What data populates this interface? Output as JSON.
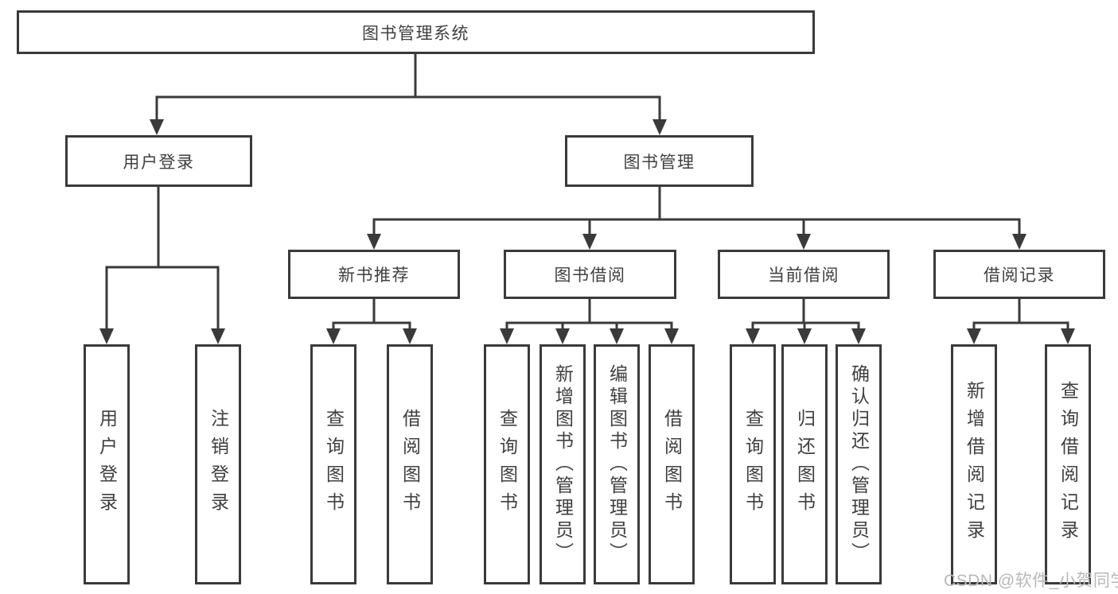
{
  "diagram_title": "图书管理系统",
  "tree": {
    "root": {
      "label": "图书管理系统"
    },
    "branches": [
      {
        "label": "用户登录",
        "children": [
          "用户登录",
          "注销登录"
        ]
      },
      {
        "label": "图书管理",
        "groups": [
          {
            "label": "新书推荐",
            "children": [
              "查询图书",
              "借阅图书"
            ]
          },
          {
            "label": "图书借阅",
            "children": [
              "查询图书",
              "新增图书（管理员）",
              "编辑图书（管理员）",
              "借阅图书"
            ]
          },
          {
            "label": "当前借阅",
            "children": [
              "查询图书",
              "归还图书",
              "确认归还（管理员）"
            ]
          },
          {
            "label": "借阅记录",
            "children": [
              "新增借阅记录",
              "查询借阅记录"
            ]
          }
        ]
      }
    ]
  },
  "watermark": "CSDN @软件_小贺同学",
  "colors": {
    "line": "#3a3a3a",
    "box_border": "#3a3a3a",
    "text": "#3f3f3f",
    "watermark": "#b8b8b8",
    "background": "#ffffff"
  }
}
